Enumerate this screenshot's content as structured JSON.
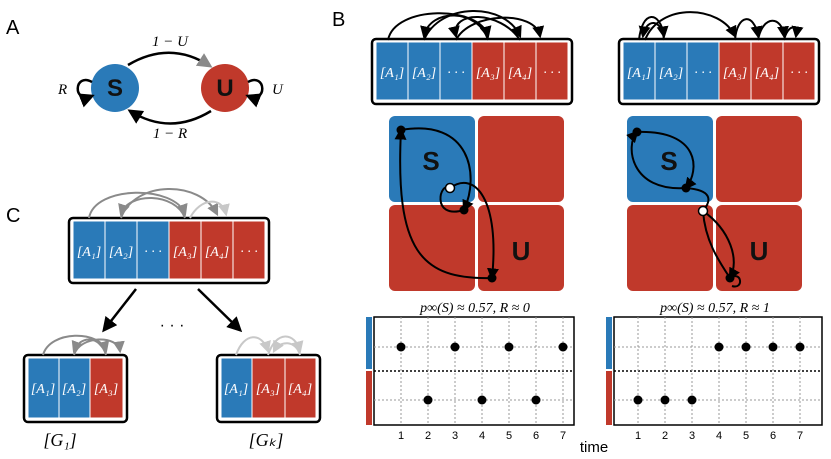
{
  "panels": {
    "a": {
      "label": "A"
    },
    "b": {
      "label": "B"
    },
    "c": {
      "label": "C"
    }
  },
  "colors": {
    "s": "#2a7ab8",
    "u": "#c0392b",
    "stroke": "#000000",
    "grey": "#8a8a8a",
    "lightgrey": "#c8c8c8"
  },
  "markov": {
    "s_label": "S",
    "u_label": "U",
    "top_edge": "1 − U",
    "bottom_edge": "1 − R",
    "self_s": "R",
    "self_u": "U"
  },
  "strip_cells": [
    "[A₁]",
    "[A₂]",
    "· · ·",
    "[A₃]",
    "[A₄]",
    "· · ·"
  ],
  "group1_cells": [
    "[A₁]",
    "[A₂]",
    "[A₃]"
  ],
  "groupk_cells": [
    "[A₁]",
    "[A₃]",
    "[A₄]"
  ],
  "group1_label": "[G₁]",
  "groupk_label": "[Gₖ]",
  "dots": "· · ·",
  "grid": {
    "s_label": "S",
    "u_label": "U"
  },
  "timeline_left": {
    "title": "p∞(S) ≈ 0.57,  R ≈ 0"
  },
  "timeline_right": {
    "title": "p∞(S) ≈ 0.57,  R ≈ 1"
  },
  "time_ticks": [
    "1",
    "2",
    "3",
    "4",
    "5",
    "6",
    "7"
  ],
  "time_label": "time",
  "chart_data": [
    {
      "type": "scatter",
      "title": "p∞(S) ≈ 0.57,  R ≈ 0",
      "x": [
        1,
        2,
        3,
        4,
        5,
        6,
        7
      ],
      "states": [
        "S",
        "U",
        "S",
        "U",
        "S",
        "U",
        "S"
      ],
      "xlabel": "time"
    },
    {
      "type": "scatter",
      "title": "p∞(S) ≈ 0.57,  R ≈ 1",
      "x": [
        1,
        2,
        3,
        4,
        5,
        6,
        7
      ],
      "states": [
        "U",
        "U",
        "U",
        "S",
        "S",
        "S",
        "S"
      ],
      "xlabel": "time"
    }
  ]
}
